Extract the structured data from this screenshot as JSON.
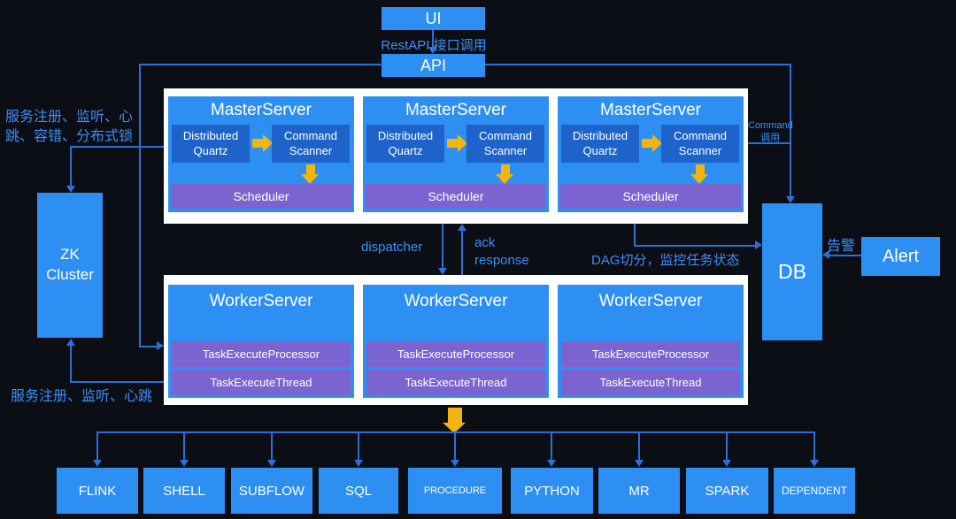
{
  "colors": {
    "bg": "#0b0e15",
    "box": "#2e8ff2",
    "box-inner": "#1d63c9",
    "purple": "#7b64d0",
    "yellow": "#f2b50f",
    "line": "#2e6fd6",
    "label": "#3e8ef7",
    "container": "#ffffff"
  },
  "top": {
    "ui": "UI",
    "rest_label": "RestAPI,接口调用",
    "api": "API"
  },
  "master": {
    "title": "MasterServer",
    "quartz": "Distributed Quartz",
    "scanner": "Command Scanner",
    "scheduler": "Scheduler"
  },
  "worker": {
    "title": "WorkerServer",
    "processor": "TaskExecuteProcessor",
    "thread": "TaskExecuteThread"
  },
  "zk": {
    "label": "ZK Cluster"
  },
  "db": {
    "label": "DB"
  },
  "alert": {
    "label": "Alert"
  },
  "labels": {
    "master_zk": "服务注册、监听、心跳、容错、分布式锁",
    "worker_zk": "服务注册、监听、心跳",
    "dispatcher": "dispatcher",
    "ack": "ack response",
    "dag": "DAG切分，监控任务状态",
    "command": "Command 调用",
    "alarm": "告警"
  },
  "task_types": [
    "FLINK",
    "SHELL",
    "SUBFLOW",
    "SQL",
    "PROCEDURE",
    "PYTHON",
    "MR",
    "SPARK",
    "DEPENDENT"
  ]
}
